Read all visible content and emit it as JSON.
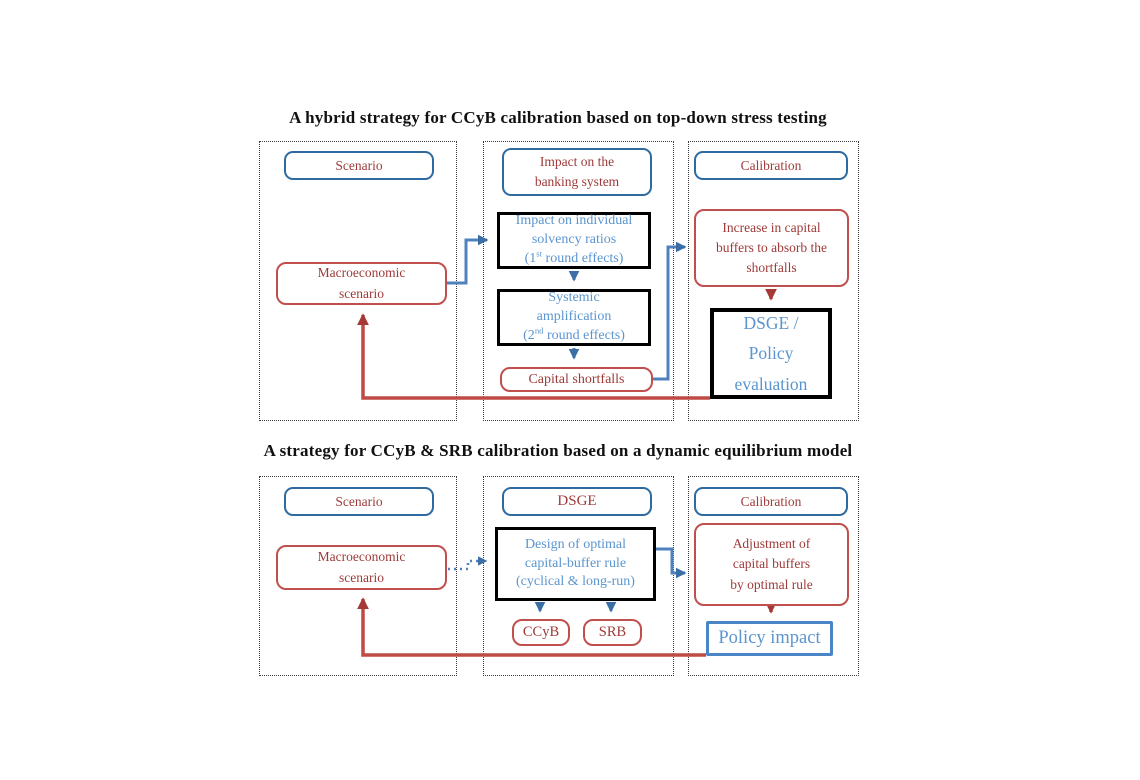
{
  "colors": {
    "header_border_blue": "#2d6a9f",
    "red_accent": "#c0504d",
    "dark_red_text": "#9e3a38",
    "light_blue_text": "#5b95cf",
    "connector_blue": "#4f81bd",
    "connector_blue_head": "#3b6ea5",
    "connector_red": "#bf4b45",
    "connector_red_head": "#a43936",
    "box_black": "#000000",
    "policy_impact_border_blue": "#4a86c5"
  },
  "d1": {
    "title": "A hybrid strategy for CCyB calibration based on top-down stress testing",
    "scenario_header": "Scenario",
    "macro": [
      "Macroeconomic",
      "scenario"
    ],
    "impact_header": [
      "Impact on the",
      "banking system"
    ],
    "solvency": [
      "Impact on individual",
      "solvency ratios"
    ],
    "solvency_sub": {
      "pre": "(1",
      "sup": "st",
      "post": " round effects)"
    },
    "systemic": [
      "Systemic",
      "amplification"
    ],
    "systemic_sub": {
      "pre": "(2",
      "sup": "nd",
      "post": " round effects)"
    },
    "shortfalls": "Capital shortfalls",
    "calibration_header": "Calibration",
    "increase": [
      "Increase in capital",
      "buffers to absorb the",
      "shortfalls"
    ],
    "dsge_eval": [
      "DSGE /",
      "Policy",
      "evaluation"
    ]
  },
  "d2": {
    "title": "A strategy for CCyB & SRB calibration based on a dynamic equilibrium model",
    "scenario_header": "Scenario",
    "macro": [
      "Macroeconomic",
      "scenario"
    ],
    "dsge_header": "DSGE",
    "design": [
      "Design of optimal",
      "capital-buffer rule",
      "(cyclical & long-run)"
    ],
    "ccyb": "CCyB",
    "srb": "SRB",
    "calibration_header": "Calibration",
    "adjustment": [
      "Adjustment of",
      "capital buffers",
      "by optimal rule"
    ],
    "policy_impact": "Policy impact"
  }
}
